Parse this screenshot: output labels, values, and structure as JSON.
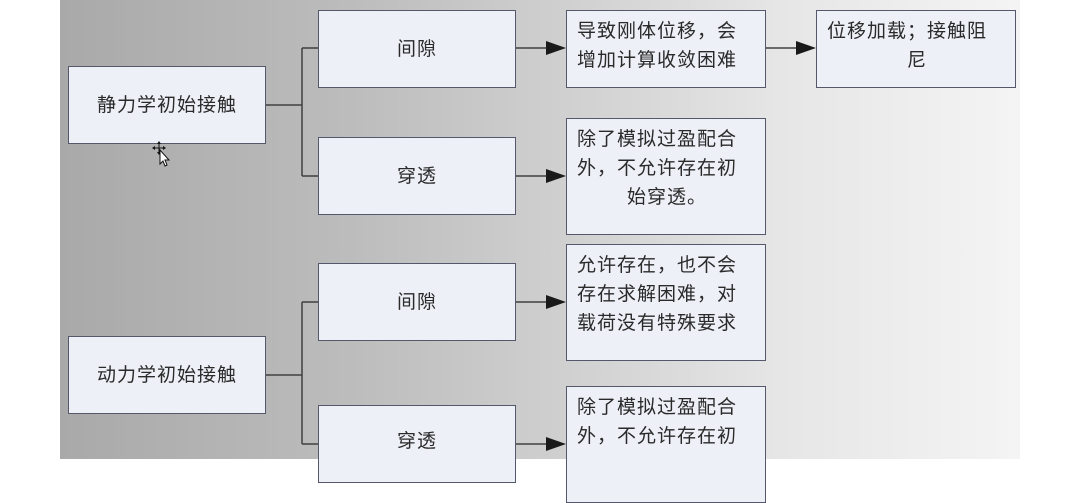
{
  "static": {
    "root": "静力学初始接触",
    "gap_label": "间隙",
    "gap_result": [
      "导致刚体位移，会",
      "增加计算收敛困难"
    ],
    "gap_fix": [
      "位移加载；接触阻",
      "尼"
    ],
    "pen_label": "穿透",
    "pen_result": [
      "除了模拟过盈配合",
      "外，不允许存在初",
      "始穿透。"
    ]
  },
  "dynamic": {
    "root": "动力学初始接触",
    "gap_label": "间隙",
    "gap_result": [
      "允许存在，也不会",
      "存在求解困难，对",
      "载荷没有特殊要求"
    ],
    "pen_label": "穿透",
    "pen_result": [
      "除了模拟过盈配合",
      "外，不允许存在初"
    ]
  },
  "colors": {
    "box_fill": "#eef0f8",
    "box_border": "#55586a",
    "connector": "#404040"
  },
  "icons": {
    "cursor": "move-cursor-icon"
  }
}
